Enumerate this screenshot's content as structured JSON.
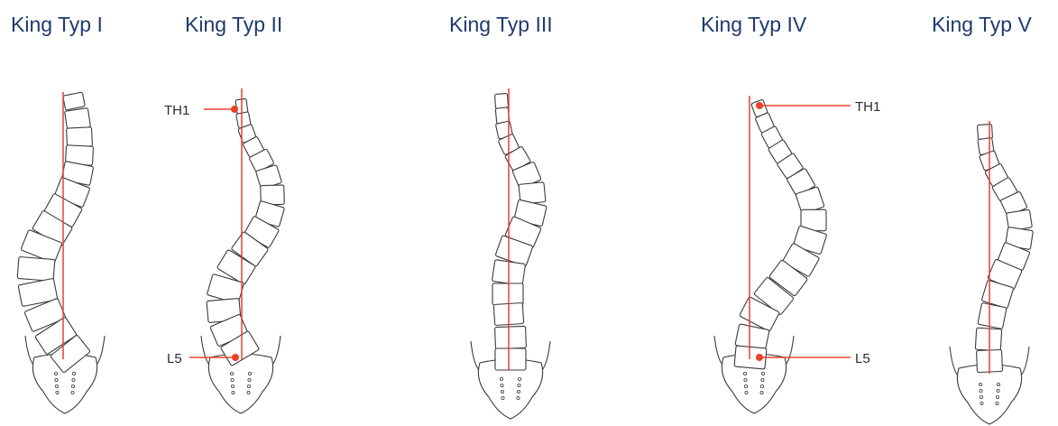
{
  "types": [
    {
      "title": "King Typ I"
    },
    {
      "title": "King Typ II",
      "upper_marker": "TH1",
      "lower_marker": "L5"
    },
    {
      "title": "King Typ III"
    },
    {
      "title": "King Typ IV",
      "upper_marker": "TH1",
      "lower_marker": "L5"
    },
    {
      "title": "King Typ V"
    }
  ],
  "colors": {
    "title": "#1f3b6e",
    "axis": "#e8422b",
    "outline": "#3a3a3a"
  }
}
